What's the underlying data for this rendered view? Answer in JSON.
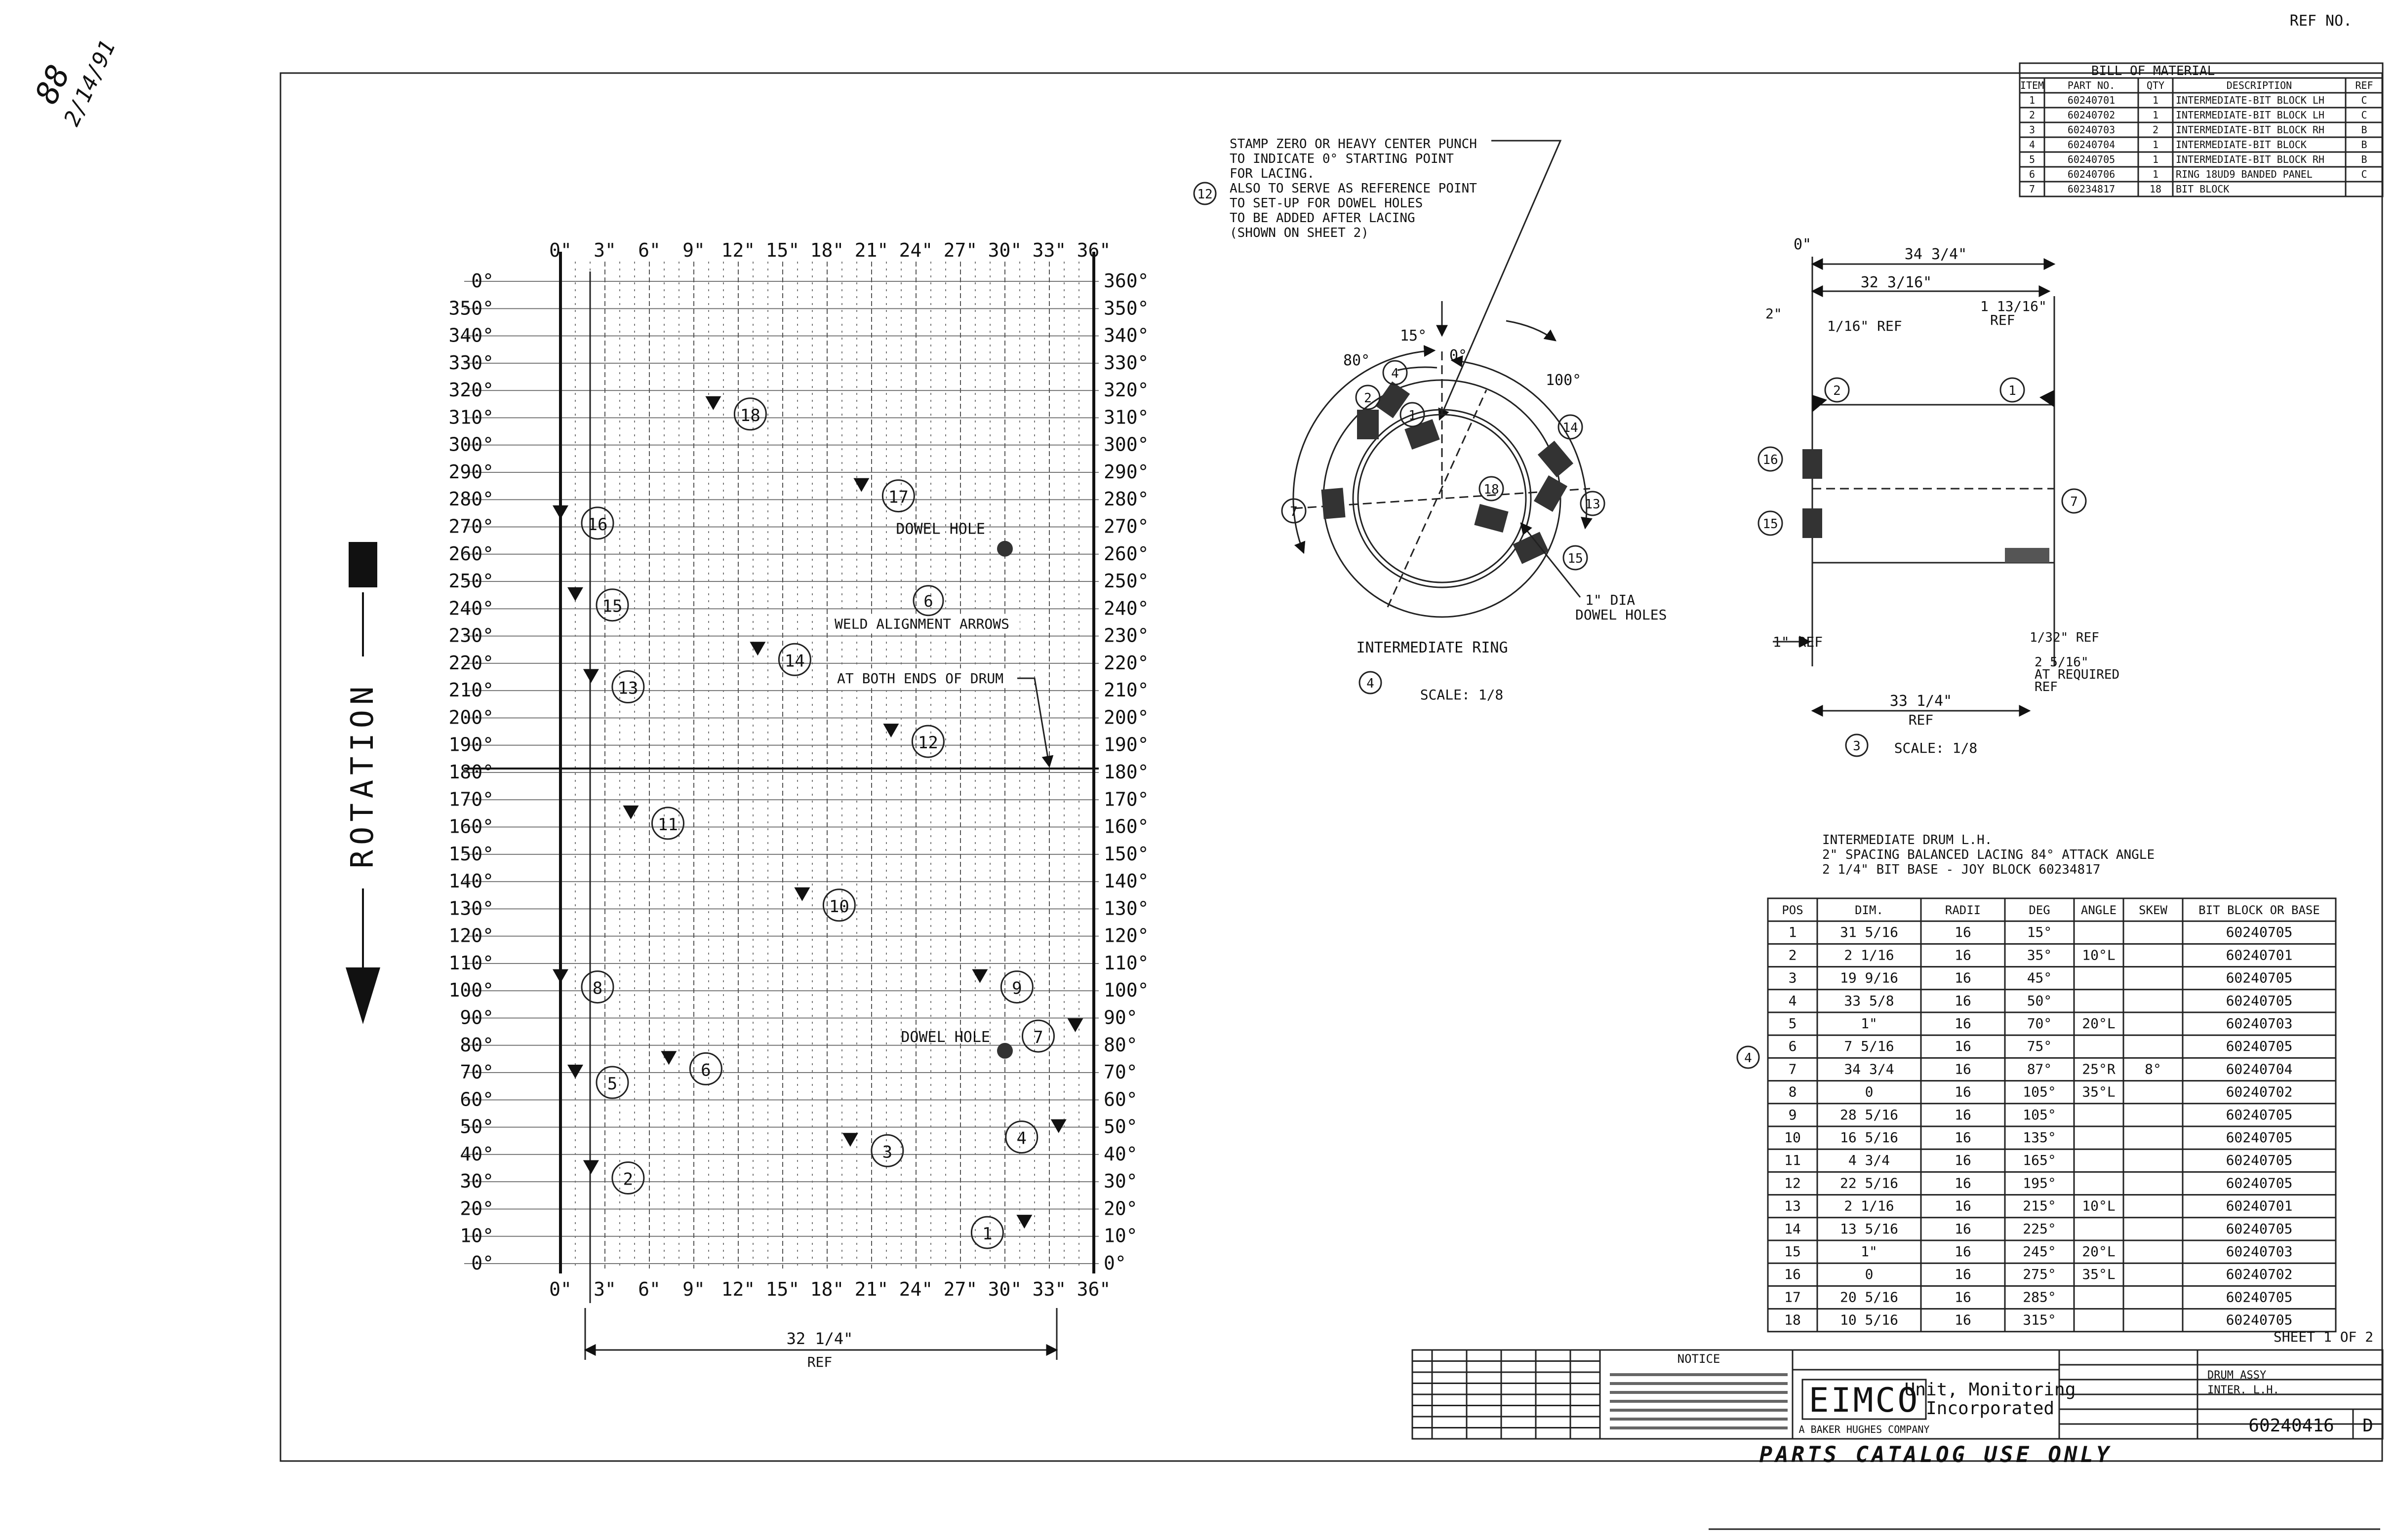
{
  "stamp": {
    "text": "REF NO."
  },
  "margin_note": {
    "line1": "88",
    "line2": "2/14/91"
  },
  "rotation_label": "ROTATION",
  "layout": {
    "deg_top": [
      "0\"",
      "3\"",
      "6\"",
      "9\"",
      "12\"",
      "15\"",
      "18\"",
      "21\"",
      "24\"",
      "27\"",
      "30\"",
      "33\"",
      "36\""
    ],
    "deg_bottom": [
      "0\"",
      "3\"",
      "6\"",
      "9\"",
      "12\"",
      "15\"",
      "18\"",
      "21\"",
      "24\"",
      "27\"",
      "30\"",
      "33\"",
      "36\""
    ],
    "angles_left": [
      "0°",
      "350°",
      "340°",
      "330°",
      "320°",
      "310°",
      "300°",
      "290°",
      "280°",
      "270°",
      "260°",
      "250°",
      "240°",
      "230°",
      "220°",
      "210°",
      "200°",
      "190°",
      "180°",
      "170°",
      "160°",
      "150°",
      "140°",
      "130°",
      "120°",
      "110°",
      "100°",
      "90°",
      "80°",
      "70°",
      "60°",
      "50°",
      "40°",
      "30°",
      "20°",
      "10°",
      "0°"
    ],
    "angles_right": [
      "360°",
      "350°",
      "340°",
      "330°",
      "320°",
      "310°",
      "300°",
      "290°",
      "280°",
      "270°",
      "260°",
      "250°",
      "240°",
      "230°",
      "220°",
      "210°",
      "200°",
      "190°",
      "180°",
      "170°",
      "160°",
      "150°",
      "140°",
      "130°",
      "120°",
      "110°",
      "100°",
      "90°",
      "80°",
      "70°",
      "60°",
      "50°",
      "40°",
      "30°",
      "20°",
      "10°",
      "0°"
    ],
    "bits": [
      {
        "n": "1",
        "dist": 31.3125,
        "deg": 15
      },
      {
        "n": "2",
        "dist": 2.0625,
        "deg": 35
      },
      {
        "n": "3",
        "dist": 19.5625,
        "deg": 45
      },
      {
        "n": "4",
        "dist": 33.625,
        "deg": 50
      },
      {
        "n": "5",
        "dist": 1,
        "deg": 70
      },
      {
        "n": "6",
        "dist": 7.3125,
        "deg": 75
      },
      {
        "n": "7",
        "dist": 34.75,
        "deg": 87
      },
      {
        "n": "8",
        "dist": 0,
        "deg": 105
      },
      {
        "n": "9",
        "dist": 28.3125,
        "deg": 105
      },
      {
        "n": "10",
        "dist": 16.3125,
        "deg": 135
      },
      {
        "n": "11",
        "dist": 4.75,
        "deg": 165
      },
      {
        "n": "12",
        "dist": 22.3125,
        "deg": 195
      },
      {
        "n": "13",
        "dist": 2.0625,
        "deg": 215
      },
      {
        "n": "14",
        "dist": 13.3125,
        "deg": 225
      },
      {
        "n": "15",
        "dist": 1,
        "deg": 245
      },
      {
        "n": "16",
        "dist": 0,
        "deg": 275
      },
      {
        "n": "17",
        "dist": 20.3125,
        "deg": 285
      },
      {
        "n": "18",
        "dist": 10.3125,
        "deg": 315
      }
    ],
    "dowel_hole_1": "DOWEL HOLE",
    "dowel_hole_2": "DOWEL HOLE",
    "weld_note_1": "WELD ALIGNMENT ARROWS",
    "weld_note_2": "AT BOTH ENDS OF DRUM",
    "callout_6": "6",
    "bottom_dim": "32 1/4\"",
    "bottom_dim_ref": "REF"
  },
  "stamp_note": {
    "callout": "12",
    "lines": [
      "STAMP ZERO OR HEAVY CENTER PUNCH",
      "TO INDICATE 0° STARTING POINT",
      "FOR LACING.",
      "ALSO TO SERVE AS REFERENCE POINT",
      "TO SET-UP FOR DOWEL HOLES",
      "TO BE ADDED AFTER LACING",
      "(SHOWN ON SHEET 2)"
    ]
  },
  "ring_view": {
    "title": "INTERMEDIATE RING",
    "callout": "4",
    "scale": "SCALE: 1/8",
    "dowel_note_1": "1\" DIA",
    "dowel_note_2": "DOWEL HOLES",
    "angles": [
      "80°",
      "15°",
      "0°",
      "100°"
    ],
    "bits": [
      "2",
      "4",
      "1",
      "18",
      "14",
      "7",
      "13",
      "15"
    ]
  },
  "side_view": {
    "dims": [
      "34 3/4\"",
      "32 3/16\"",
      "1 13/16\"",
      "REF",
      "2\"",
      "1/16\" REF",
      "1\" REF",
      "1/32\" REF",
      "2 5/16\"",
      "AT REQUIRED",
      "REF",
      "33 1/4\"",
      "REF",
      "0\""
    ],
    "bits": [
      "2",
      "1",
      "16",
      "15",
      "7"
    ],
    "callout": "3",
    "scale": "SCALE: 1/8"
  },
  "bom": {
    "title": "BILL OF MATERIAL",
    "headers": [
      "ITEM",
      "PART NO.",
      "QTY",
      "DESCRIPTION",
      "REF"
    ],
    "rows": [
      [
        "1",
        "60240701",
        "1",
        "INTERMEDIATE-BIT BLOCK LH",
        "C"
      ],
      [
        "2",
        "60240702",
        "1",
        "INTERMEDIATE-BIT BLOCK LH",
        "C"
      ],
      [
        "3",
        "60240703",
        "2",
        "INTERMEDIATE-BIT BLOCK RH",
        "B"
      ],
      [
        "4",
        "60240704",
        "1",
        "INTERMEDIATE-BIT BLOCK",
        "B"
      ],
      [
        "5",
        "60240705",
        "1",
        "INTERMEDIATE-BIT BLOCK RH",
        "B"
      ],
      [
        "6",
        "60240706",
        "1",
        "RING 18UD9 BANDED PANEL",
        "C"
      ],
      [
        "7",
        "60234817",
        "18",
        "BIT BLOCK",
        ""
      ]
    ]
  },
  "lacing": {
    "title_lines": [
      "INTERMEDIATE DRUM L.H.",
      "2\" SPACING BALANCED LACING 84° ATTACK ANGLE",
      "2 1/4\" BIT BASE - JOY BLOCK 60234817"
    ],
    "callout": "4",
    "headers": [
      "POS",
      "DIM.",
      "RADII",
      "DEG",
      "ANGLE",
      "SKEW",
      "BIT BLOCK OR BASE"
    ],
    "rows": [
      [
        "1",
        "31 5/16",
        "16",
        "15°",
        "",
        "",
        "60240705"
      ],
      [
        "2",
        "2 1/16",
        "16",
        "35°",
        "10°L",
        "",
        "60240701"
      ],
      [
        "3",
        "19 9/16",
        "16",
        "45°",
        "",
        "",
        "60240705"
      ],
      [
        "4",
        "33 5/8",
        "16",
        "50°",
        "",
        "",
        "60240705"
      ],
      [
        "5",
        "1\"",
        "16",
        "70°",
        "20°L",
        "",
        "60240703"
      ],
      [
        "6",
        "7 5/16",
        "16",
        "75°",
        "",
        "",
        "60240705"
      ],
      [
        "7",
        "34 3/4",
        "16",
        "87°",
        "25°R",
        "8°",
        "60240704"
      ],
      [
        "8",
        "0",
        "16",
        "105°",
        "35°L",
        "",
        "60240702"
      ],
      [
        "9",
        "28 5/16",
        "16",
        "105°",
        "",
        "",
        "60240705"
      ],
      [
        "10",
        "16 5/16",
        "16",
        "135°",
        "",
        "",
        "60240705"
      ],
      [
        "11",
        "4 3/4",
        "16",
        "165°",
        "",
        "",
        "60240705"
      ],
      [
        "12",
        "22 5/16",
        "16",
        "195°",
        "",
        "",
        "60240705"
      ],
      [
        "13",
        "2 1/16",
        "16",
        "215°",
        "10°L",
        "",
        "60240701"
      ],
      [
        "14",
        "13 5/16",
        "16",
        "225°",
        "",
        "",
        "60240705"
      ],
      [
        "15",
        "1\"",
        "16",
        "245°",
        "20°L",
        "",
        "60240703"
      ],
      [
        "16",
        "0",
        "16",
        "275°",
        "35°L",
        "",
        "60240702"
      ],
      [
        "17",
        "20 5/16",
        "16",
        "285°",
        "",
        "",
        "60240705"
      ],
      [
        "18",
        "10 5/16",
        "16",
        "315°",
        "",
        "",
        "60240705"
      ]
    ]
  },
  "title_block": {
    "sheet": "SHEET 1 OF 2",
    "notice": "NOTICE",
    "company_logo": "EIMCO",
    "company_sub": "A BAKER HUGHES COMPANY",
    "company_line1": "Unit, Monitoring",
    "company_line2": "Incorporated",
    "drawing_no": "60240416",
    "rev": "D",
    "title_lines": [
      "DRUM ASSY",
      "INTER. L.H."
    ]
  },
  "footer": "PARTS CATALOG USE ONLY"
}
